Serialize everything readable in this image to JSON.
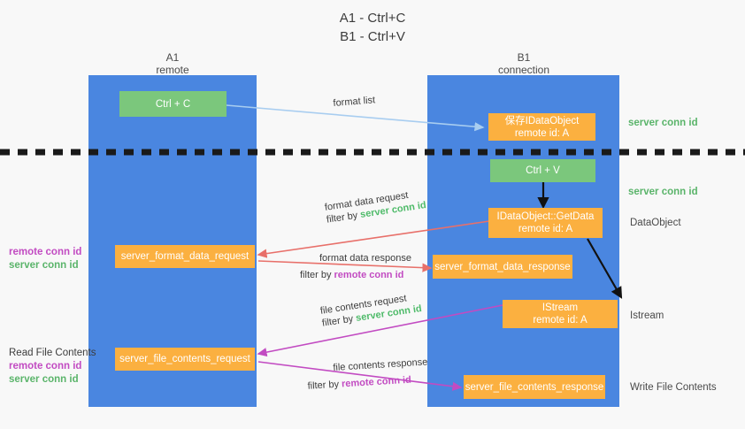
{
  "title": {
    "line1": "A1 - Ctrl+C",
    "line2": "B1 - Ctrl+V"
  },
  "columns": [
    {
      "id": "a1",
      "name": "A1",
      "sub": "remote"
    },
    {
      "id": "b1",
      "name": "B1",
      "sub": "connection"
    }
  ],
  "nodes": [
    {
      "id": "ctrl-c",
      "line1": "Ctrl + C",
      "line2": "",
      "color": "green"
    },
    {
      "id": "save-idataobject",
      "line1": "保存IDataObject",
      "line2": "remote id: A",
      "color": "orange"
    },
    {
      "id": "ctrl-v",
      "line1": "Ctrl + V",
      "line2": "",
      "color": "green"
    },
    {
      "id": "getdata",
      "line1": "IDataObject::GetData",
      "line2": "remote id: A",
      "color": "orange"
    },
    {
      "id": "fmt-req",
      "line1": "server_format_data_request",
      "line2": "",
      "color": "orange"
    },
    {
      "id": "fmt-resp",
      "line1": "server_format_data_response",
      "line2": "",
      "color": "orange"
    },
    {
      "id": "istream",
      "line1": "IStream",
      "line2": "remote id: A",
      "color": "orange"
    },
    {
      "id": "file-req",
      "line1": "server_file_contents_request",
      "line2": "",
      "color": "orange"
    },
    {
      "id": "file-resp",
      "line1": "server_file_contents_response",
      "line2": "",
      "color": "orange"
    }
  ],
  "right_labels": [
    {
      "id": "r1",
      "text": "server conn id",
      "style": "green"
    },
    {
      "id": "r2",
      "text": "server conn id",
      "style": "green"
    },
    {
      "id": "r3",
      "text": "DataObject",
      "style": "plain"
    },
    {
      "id": "r4",
      "text": "Istream",
      "style": "plain"
    },
    {
      "id": "r5",
      "text": "Write File Contents",
      "style": "plain"
    }
  ],
  "left_labels": [
    {
      "id": "l1",
      "text": "remote conn id",
      "style": "purple"
    },
    {
      "id": "l2",
      "text": "server conn id",
      "style": "green"
    },
    {
      "id": "l3",
      "text": "Read File Contents",
      "style": "plain"
    },
    {
      "id": "l4",
      "text": "remote conn id",
      "style": "purple"
    },
    {
      "id": "l5",
      "text": "server conn id",
      "style": "green"
    }
  ],
  "edges": [
    {
      "id": "format-list",
      "label": "format list",
      "filter_prefix": "",
      "filter_term": "",
      "color": "#a8cdf0"
    },
    {
      "id": "format-data-request",
      "label": "format data request",
      "filter_prefix": "filter by ",
      "filter_term": "server conn id",
      "filter_style": "g",
      "color": "#e8706a"
    },
    {
      "id": "format-data-response",
      "label": "format data response",
      "filter_prefix": "filter by ",
      "filter_term": "remote conn id",
      "filter_style": "p",
      "color": "#e8706a"
    },
    {
      "id": "file-contents-request",
      "label": "file contents request",
      "filter_prefix": "filter by ",
      "filter_term": "server conn id",
      "filter_style": "g",
      "color": "#c24bc2"
    },
    {
      "id": "file-contents-response",
      "label": "file contents response",
      "filter_prefix": "filter by ",
      "filter_term": "remote conn id",
      "filter_style": "p",
      "color": "#c24bc2"
    }
  ],
  "colors": {
    "column": "#4a86e0",
    "green_node": "#7bc77c",
    "orange_node": "#fbb040",
    "divider": "#1a1a1a",
    "blue_arrow": "#a8cdf0",
    "red_arrow": "#e8706a",
    "magenta_arrow": "#c24bc2",
    "black_arrow": "#111111"
  }
}
